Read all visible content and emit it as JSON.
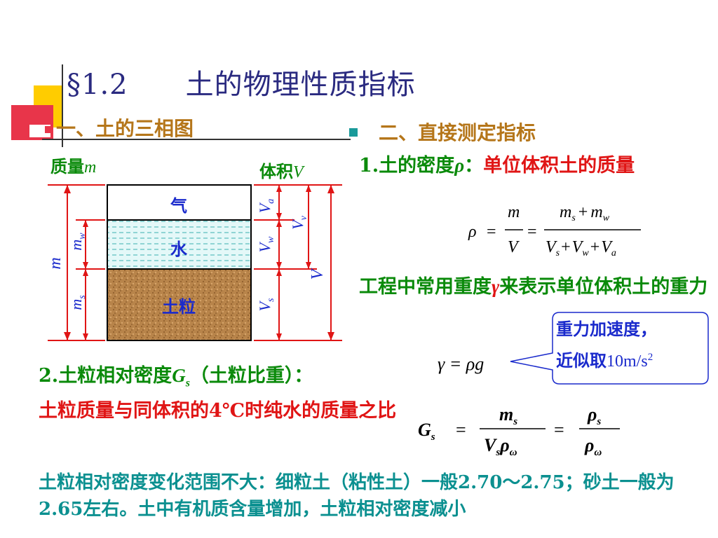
{
  "title": "§1.2　　土的物理性质指标",
  "section1": "一、土的三相图",
  "section2": "二、直接测定指标",
  "diagram": {
    "mass_label": "质量",
    "mass_symbol": "m",
    "volume_label": "体积",
    "volume_symbol": "V",
    "air": "气",
    "water": "水",
    "soil": "土粒",
    "left_m": "m",
    "left_mw": "m",
    "left_mw_sub": "w",
    "left_ms": "m",
    "left_ms_sub": "s",
    "right_V": "V",
    "right_Va": "V",
    "right_Va_sub": "a",
    "right_Vw": "V",
    "right_Vw_sub": "w",
    "right_Vs": "V",
    "right_Vs_sub": "s",
    "right_Vv": "V",
    "right_Vv_sub": "v"
  },
  "density": {
    "number": "1.",
    "name": "土的密度",
    "symbol": "ρ",
    "colon": "：",
    "definition": "单位体积土的质量"
  },
  "formula_rho": {
    "lhs": "ρ",
    "eq1": "=",
    "frac1_num": "m",
    "frac1_den": "V",
    "eq2": "=",
    "num_ms": "m",
    "num_ms_sub": "s",
    "num_plus": "+",
    "num_mw": "m",
    "num_mw_sub": "w",
    "den_vs": "V",
    "den_vs_sub": "s",
    "den_plus1": "+",
    "den_vw": "V",
    "den_vw_sub": "w",
    "den_plus2": "+",
    "den_va": "V",
    "den_va_sub": "a"
  },
  "weight": {
    "before": "工程中常用重度",
    "symbol": "γ",
    "after": "来表示单位体积土的重力"
  },
  "formula_gamma": "γ = ρg",
  "callout": {
    "line1": "重力加速度，",
    "line2_prefix": "近似取",
    "line2_value": "10m/s",
    "line2_exp": "2"
  },
  "relative_density": {
    "number": "2.",
    "name": "土粒相对密度",
    "symbol": "G",
    "symbol_sub": "s",
    "paren": "（土粒比重）：",
    "definition": "土粒质量与同体积的4℃时纯水的质量之比"
  },
  "formula_gs": {
    "lhs": "G",
    "lhs_sub": "s",
    "eq1": "=",
    "num": "m",
    "num_sub": "s",
    "den_v": "V",
    "den_v_sub": "s",
    "den_rho": "ρ",
    "den_rho_sub": "ω",
    "eq2": "=",
    "num2": "ρ",
    "num2_sub": "s",
    "den2": "ρ",
    "den2_sub": "ω"
  },
  "bottom_note": "土粒相对密度变化范围不大：细粒土（粘性土）一般2.70～2.75；砂土一般为2.65左右。土中有机质含量增加，土粒相对密度减小",
  "colors": {
    "title": "#2a2a80",
    "heading": "#b5761a",
    "green": "#0a8a0a",
    "red": "#e01515",
    "blue": "#1a2acc",
    "teal": "#0b9090",
    "soil": "#b8844a",
    "water": "#d8f4f4"
  }
}
